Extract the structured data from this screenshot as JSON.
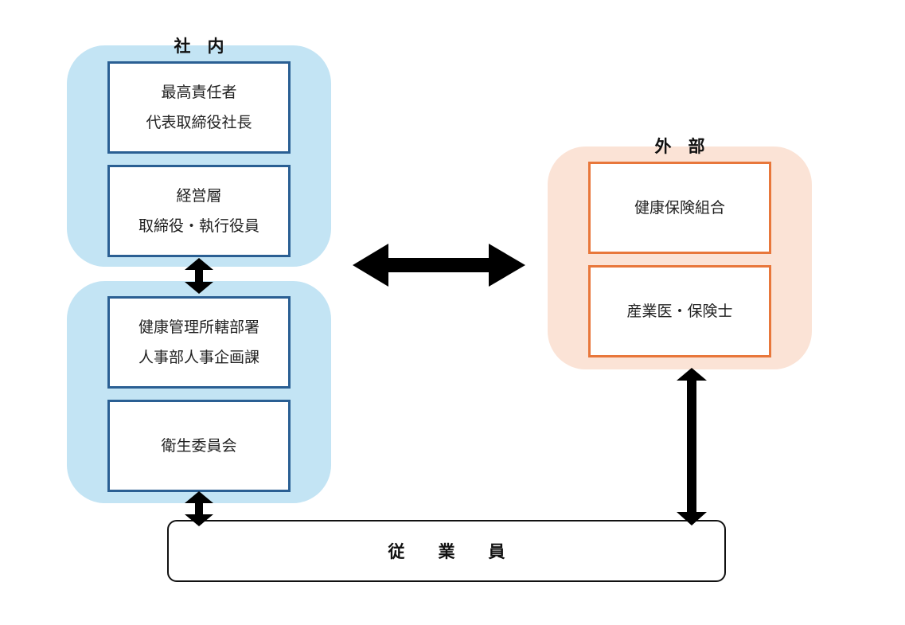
{
  "internal": {
    "label": "社　内",
    "top_management": {
      "line1": "最高責任者",
      "line2": "代表取締役社長"
    },
    "management": {
      "line1": "経営層",
      "line2": "取締役・執行役員"
    },
    "health_dept": {
      "line1": "健康管理所轄部署",
      "line2": "人事部人事企画課"
    },
    "committee": {
      "line1": "衛生委員会"
    }
  },
  "external": {
    "label": "外　部",
    "insurance": {
      "line1": "健康保険組合"
    },
    "doctor": {
      "line1": "産業医・保険士"
    }
  },
  "employees": {
    "label": "従　　業　　員"
  },
  "colors": {
    "internal_bg": "#c3e4f4",
    "internal_border": "#2a5f93",
    "external_bg": "#fbe3d6",
    "external_border": "#e8773b",
    "arrow": "#000000"
  }
}
